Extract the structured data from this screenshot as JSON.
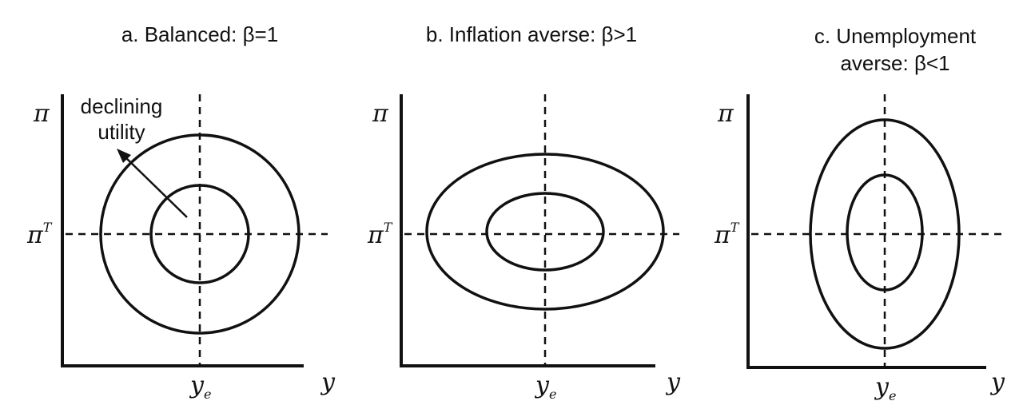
{
  "panels": [
    {
      "id": "a",
      "title": "a. Balanced: β=1",
      "y_label": "π",
      "target_label": "π",
      "target_sup": "T",
      "x_label": "y",
      "natural_label": "y",
      "natural_sub": "e",
      "annotation": [
        "declining",
        "utility"
      ]
    },
    {
      "id": "b",
      "title": "b. Inflation averse: β>1",
      "y_label": "π",
      "target_label": "π",
      "target_sup": "T",
      "x_label": "y",
      "natural_label": "y",
      "natural_sub": "e"
    },
    {
      "id": "c",
      "title": "c. Unemployment\naverse: β<1",
      "y_label": "π",
      "target_label": "π",
      "target_sup": "T",
      "x_label": "y",
      "natural_label": "y",
      "natural_sub": "e"
    }
  ]
}
